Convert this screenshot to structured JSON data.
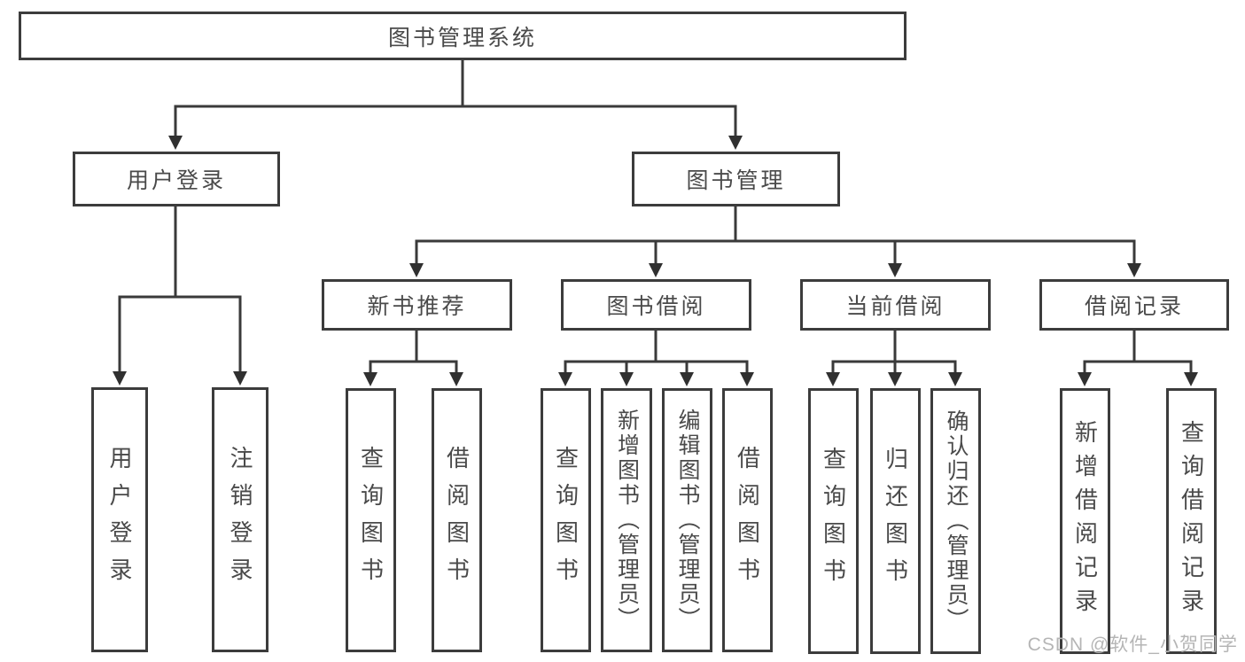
{
  "diagram": {
    "root": {
      "label": "图书管理系统"
    },
    "branches": [
      {
        "label": "用户登录",
        "children": [
          {
            "label": "用户登录"
          },
          {
            "label": "注销登录"
          }
        ]
      },
      {
        "label": "图书管理",
        "children": [
          {
            "label": "新书推荐",
            "children": [
              {
                "label": "查询图书"
              },
              {
                "label": "借阅图书"
              }
            ]
          },
          {
            "label": "图书借阅",
            "children": [
              {
                "label": "查询图书"
              },
              {
                "label": "新增图书（管理员）"
              },
              {
                "label": "编辑图书（管理员）"
              },
              {
                "label": "借阅图书"
              }
            ]
          },
          {
            "label": "当前借阅",
            "children": [
              {
                "label": "查询图书"
              },
              {
                "label": "归还图书"
              },
              {
                "label": "确认归还（管理员）"
              }
            ]
          },
          {
            "label": "借阅记录",
            "children": [
              {
                "label": "新增借阅记录"
              },
              {
                "label": "查询借阅记录"
              }
            ]
          }
        ]
      }
    ]
  },
  "watermark": {
    "text": "CSDN @软件_小贺同学"
  },
  "colors": {
    "line": "#3a3a3a",
    "box_border": "#3c3c3c",
    "text": "#4a4a4a",
    "watermark": "#b5b5b5",
    "background": "#ffffff"
  }
}
